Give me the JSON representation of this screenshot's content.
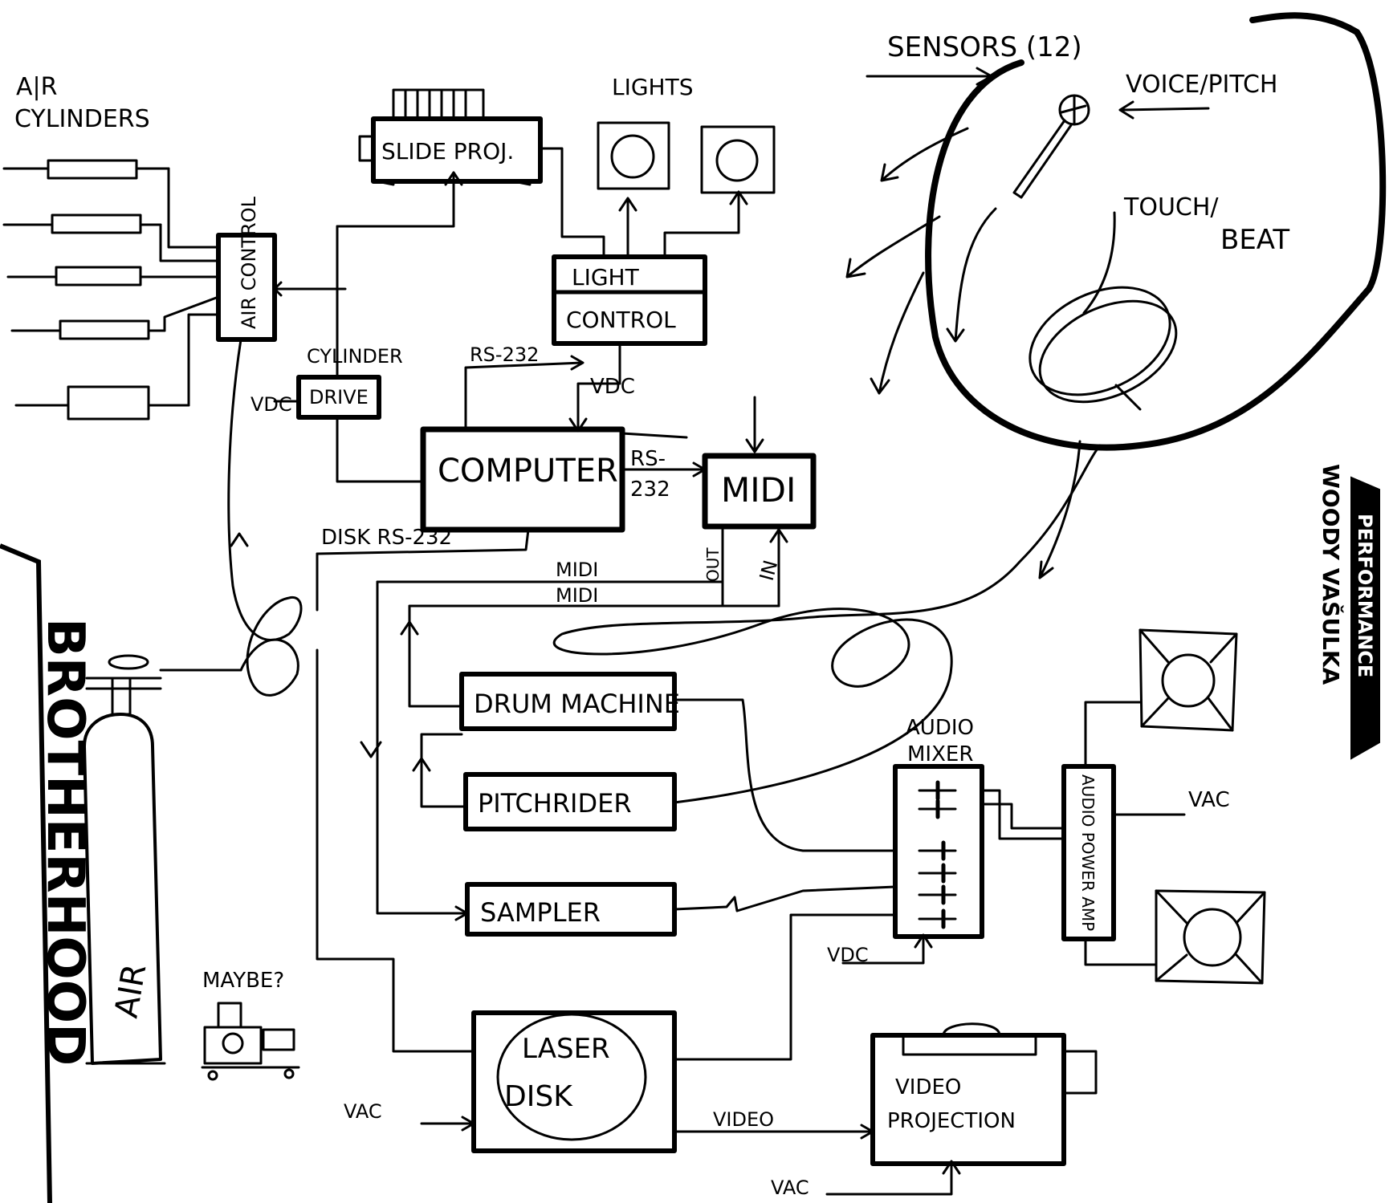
{
  "labels": {
    "air_cylinders_line1": "A|R",
    "air_cylinders_line2": "CYLINDERS",
    "slide_proj": "SLIDE PROJ.",
    "lights": "LIGHTS",
    "light_control_line1": "LIGHT",
    "light_control_line2": "CONTROL",
    "air_control": "AIR CONTROL",
    "cylinder": "CYLINDER",
    "drive": "DRIVE",
    "vdc": "VDC",
    "vdc_2": "VDC",
    "vdc_3": "VDC",
    "rs232_top": "RS-232",
    "computer": "COMPUTER",
    "rs232_mid_1": "RS-",
    "rs232_mid_2": "232",
    "midi_box": "MIDI",
    "disk_rs232": "DISK RS-232",
    "midi_1": "MIDI",
    "midi_2": "MIDI",
    "out": "OUT",
    "in": "IN",
    "drum_machine": "DRUM MACHINE",
    "pitchrider": "PITCHRIDER",
    "sampler": "SAMPLER",
    "laser_disk_1": "LASER",
    "laser_disk_2": "DISK",
    "video": "VIDEO",
    "video_projection_1": "VIDEO",
    "video_projection_2": "PROJECTION",
    "audio_mixer_1": "AUDIO",
    "audio_mixer_2": "MIXER",
    "audio_power_amp": "AUDIO POWER AMP",
    "vac_1": "VAC",
    "vac_2": "VAC",
    "vac_3": "VAC",
    "air_tank": "AIR",
    "maybe": "MAYBE?",
    "sensors": "SENSORS (12)",
    "voice_pitch": "VOICE/PITCH",
    "touch_beat_1": "TOUCH/",
    "touch_beat_2": "BEAT"
  },
  "side_titles": {
    "brotherhood": "BROTHERHOOD",
    "performance": "PERFORMANCE",
    "artist": "WOODY VAŠULKA"
  },
  "colors": {
    "ink": "#000000",
    "paper": "#ffffff"
  }
}
